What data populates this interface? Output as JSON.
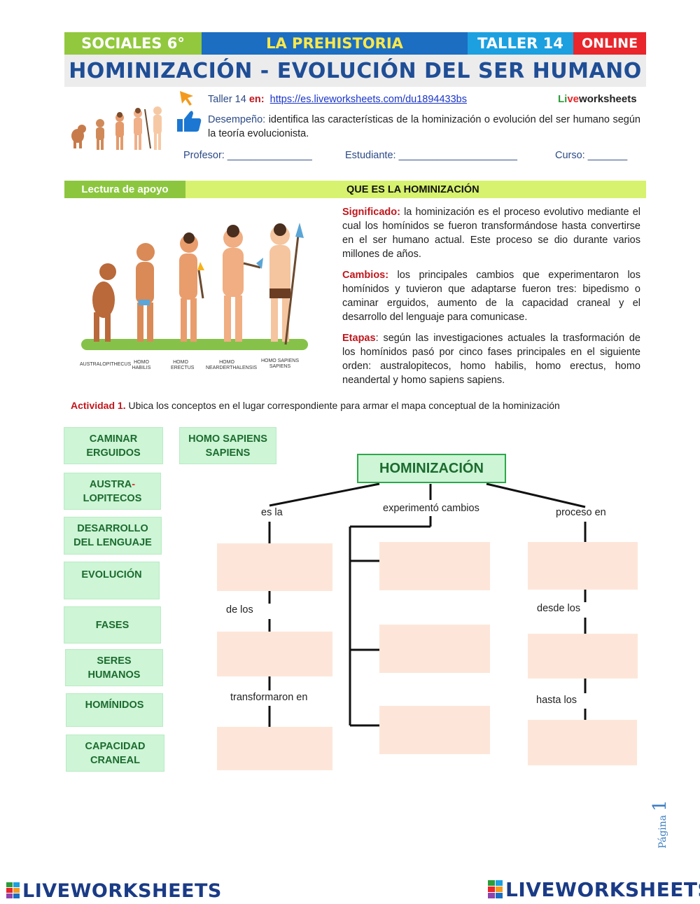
{
  "header": {
    "subject": "SOCIALES 6°",
    "topic": "LA PREHISTORIA",
    "workshop": "TALLER 14",
    "mode": "ONLINE",
    "colors": {
      "subject": "#92c83e",
      "topic": "#1b6ec2",
      "workshop": "#1ca0e0",
      "mode": "#e8262b"
    }
  },
  "title": "HOMINIZACIÓN - EVOLUCIÓN DEL SER HUMANO",
  "info": {
    "taller_label": "Taller 14 ",
    "taller_en": "en:",
    "url": "https://es.liveworksheets.com/du1894433bs",
    "brand_li": "Li",
    "brand_ve": "ve",
    "brand_rest": "worksheets",
    "desempeno_label": "Desempeño:",
    "desempeno_text": " identifica las características de la hominización o evolución del ser humano según la teoría evolucionista.",
    "profesor": "Profesor: _______________",
    "estudiante": "Estudiante: _____________________",
    "curso": "Curso: _______"
  },
  "section": {
    "left": "Lectura de apoyo",
    "right": "QUE ES LA HOMINIZACIÓN"
  },
  "reading": {
    "p1_label": "Significado:",
    "p1_text": " la hominización es el proceso evolutivo mediante el cual los homínidos se fueron transformándose hasta convertirse en el ser humano actual. Este proceso se dio durante varios millones de años.",
    "p2_label": "Cambios:",
    "p2_text": " los principales cambios que experimentaron los homínidos y tuvieron que adaptarse fueron tres: bipedismo o caminar erguidos, aumento de la capacidad craneal y el desarrollo del lenguaje para comunicase.",
    "p3_label": "Etapas",
    "p3_text": ": según las investigaciones actuales la trasformación de los homínidos pasó por cinco fases principales en el siguiente orden: australopitecos, homo habilis, homo erectus, homo neandertal y homo sapiens sapiens."
  },
  "evolution_labels": [
    "AUSTRALOPITHECUS",
    "HOMO HABILIS",
    "HOMO ERECTUS",
    "HOMO NEARDERTHALENSIS",
    "HOMO SAPIENS SAPIENS"
  ],
  "activity": {
    "label": "Actividad 1.",
    "text": " Ubica los conceptos en el lugar correspondiente para armar el mapa conceptual de la hominización"
  },
  "chips": {
    "caminar_1": "CAMINAR",
    "caminar_2": "ERGUIDOS",
    "sapiens_1": "HOMO SAPIENS",
    "sapiens_2": "SAPIENS",
    "austra_1": "AUSTRA",
    "austra_hyphen": "-",
    "austra_2": "LOPITECOS",
    "lenguaje_1": "DESARROLLO",
    "lenguaje_2": "DEL LENGUAJE",
    "evolucion": "EVOLUCIÓN",
    "fases": "FASES",
    "seres_1": "SERES",
    "seres_2": "HUMANOS",
    "hominidos": "HOMÍNIDOS",
    "craneal_1": "CAPACIDAD",
    "craneal_2": "CRANEAL"
  },
  "map": {
    "root": "HOMINIZACIÓN",
    "es_la": "es la",
    "experimento": "experimentó cambios",
    "proceso_en": "proceso en",
    "de_los": "de los",
    "transformaron_en": "transformaron en",
    "desde_los": "desde los",
    "hasta_los": "hasta los"
  },
  "footer": {
    "pagina": "Página",
    "page_num": "1",
    "logo": "LIVEWORKSHEETS"
  }
}
